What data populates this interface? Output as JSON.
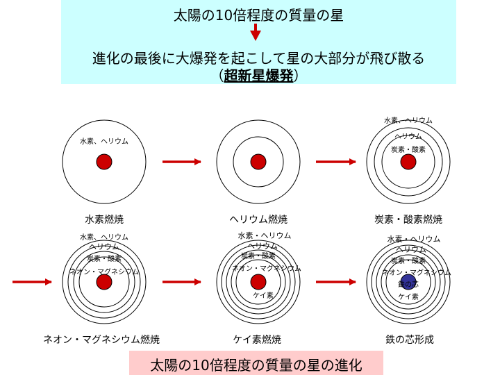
{
  "header": {
    "line1": "太陽の10倍程度の質量の星",
    "line2": "進化の最後に大爆発を起こして星の大部分が飛び散る",
    "line3_open": "（",
    "line3_term": "超新星爆発",
    "line3_close": "）"
  },
  "stages": [
    {
      "caption": "水素燃焼",
      "labels": [
        "水素、ヘリウム"
      ]
    },
    {
      "caption": "ヘリウム燃焼",
      "labels": []
    },
    {
      "caption": "炭素・酸素燃焼",
      "labels": [
        "水素、ヘリウム",
        "ヘリウム",
        "炭素・酸素"
      ]
    },
    {
      "caption": "ネオン・マグネシウム燃焼",
      "labels": [
        "水素、ヘリウム",
        "ヘリウム",
        "炭素・酸素",
        "ネオン・マグネシウム"
      ]
    },
    {
      "caption": "ケイ素燃焼",
      "labels": [
        "水素・ヘリウム",
        "ヘリウム",
        "炭素・酸素",
        "ネオン・マグネシウム",
        "ケイ素"
      ]
    },
    {
      "caption": "鉄の芯形成",
      "labels": [
        "水素・ヘリウム",
        "ヘリウム",
        "炭素・酸素",
        "ネオン・マグネシウム",
        "鉄の芯",
        "ケイ素"
      ]
    }
  ],
  "footer": {
    "title": "太陽の10倍程度の質量の星の進化"
  },
  "colors": {
    "header_bg": "#ccffff",
    "footer_bg": "#ffcccc",
    "arrow": "#cc0000",
    "core_red": "#cc0000",
    "core_iron": "#333399"
  }
}
